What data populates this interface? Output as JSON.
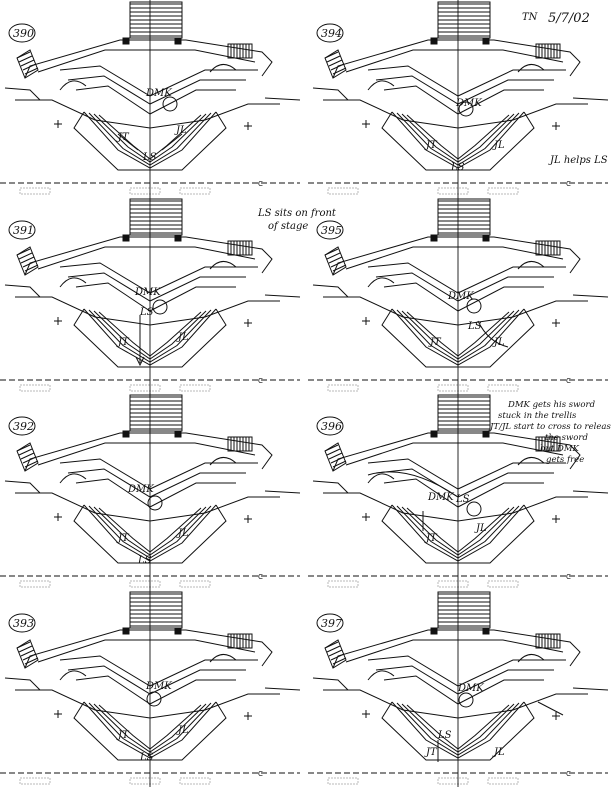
{
  "header": {
    "initials": "TN",
    "date": "5/7/02"
  },
  "panels": [
    {
      "cue": "390",
      "labels": [
        "DMK",
        "JT",
        "JL",
        "LS"
      ],
      "note": ""
    },
    {
      "cue": "394",
      "labels": [
        "DMK",
        "JT",
        "JL",
        "LS"
      ],
      "note": "JL helps LS"
    },
    {
      "cue": "391",
      "labels": [
        "DMK",
        "LS",
        "JT",
        "JL"
      ],
      "note": "LS sits on front of stage"
    },
    {
      "cue": "395",
      "labels": [
        "DMK",
        "LS",
        "JT",
        "JL"
      ],
      "note": ""
    },
    {
      "cue": "392",
      "labels": [
        "DMK",
        "JT",
        "JL",
        "LS"
      ],
      "note": ""
    },
    {
      "cue": "396",
      "labels": [
        "DMK",
        "LS",
        "JT",
        "JL"
      ],
      "note": "DMK gets his sword stuck in the trellis JT/JL start to cross to release the sword but DMK gets free"
    },
    {
      "cue": "393",
      "labels": [
        "DMK",
        "JT",
        "JL",
        "LS"
      ],
      "note": ""
    },
    {
      "cue": "397",
      "labels": [
        "DMK",
        "LS",
        "JT",
        "JL"
      ],
      "note": ""
    }
  ],
  "centerline_symbol": "C"
}
